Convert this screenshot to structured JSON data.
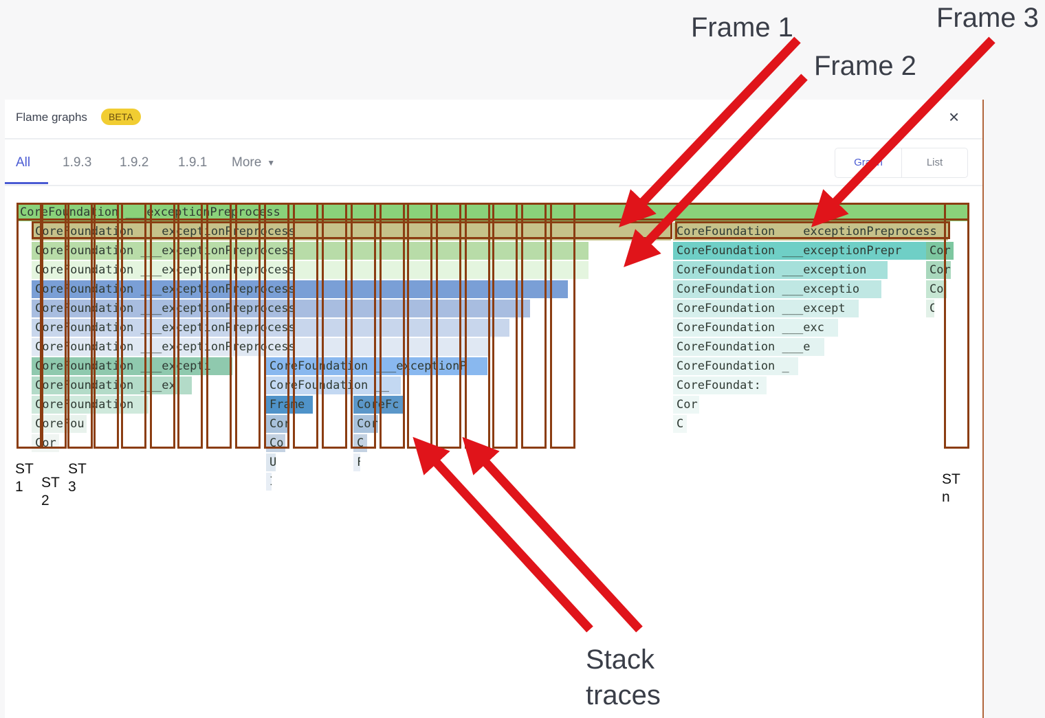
{
  "header": {
    "title": "Flame graphs",
    "badge": "BETA",
    "close_icon": "×"
  },
  "tabs": [
    {
      "label": "All",
      "active": true
    },
    {
      "label": "1.9.3"
    },
    {
      "label": "1.9.2"
    },
    {
      "label": "1.9.1"
    },
    {
      "label": "More"
    }
  ],
  "view_toggle": {
    "graph": "Graph",
    "list": "List"
  },
  "flame": {
    "left_rows": [
      "CoreFoundation ___exceptionPreprocess",
      "CoreFoundation ___exceptionPreprocess",
      "CoreFoundation ___exceptionPreprocess",
      "CoreFoundation ___exceptionPreprocess",
      "CoreFoundation ___exceptionPreprocess",
      "CoreFoundation ___exceptionPreprocess",
      "CoreFoundation ___exceptionPreprocess",
      "CoreFoundation ___exceptionPreprocess",
      "CoreFoundation ___excepti",
      "CoreFoundation ___ex",
      "CoreFoundation",
      "CoreFou",
      "Cor"
    ],
    "mid_rows": [
      "CoreFoundation ___exceptionP",
      "CoreFoundation __",
      "Frame",
      "Cor",
      "Co:",
      "UI",
      "I"
    ],
    "mid2_rows": [
      "CoreFc",
      "Cor",
      "C",
      "F"
    ],
    "right_rows": [
      "CoreFoundation ___exceptionPreprocess",
      "CoreFoundation ___exceptionPrepr",
      "CoreFoundation ___exception",
      "CoreFoundation ___exceptio",
      "CoreFoundation ___except",
      "CoreFoundation ___exc",
      "CoreFoundation ___e",
      "CoreFoundation _",
      "CoreFoundat:",
      "Cor",
      "C"
    ],
    "far_right_rows": [
      "Cor",
      "Cor",
      "Co",
      "C"
    ]
  },
  "annotations": {
    "frame1": "Frame 1",
    "frame2": "Frame 2",
    "frame3": "Frame 3",
    "stack_traces_line1": "Stack",
    "stack_traces_line2": "traces",
    "st1": [
      "ST",
      "1"
    ],
    "st2": [
      "ST",
      "2"
    ],
    "st3": [
      "ST",
      "3"
    ],
    "stn": [
      "ST",
      "n"
    ]
  },
  "colors": {
    "accent": "#4a5bd3",
    "beta": "#f1cd32",
    "arrow": "#e0141a",
    "box": "#8b3d12"
  }
}
